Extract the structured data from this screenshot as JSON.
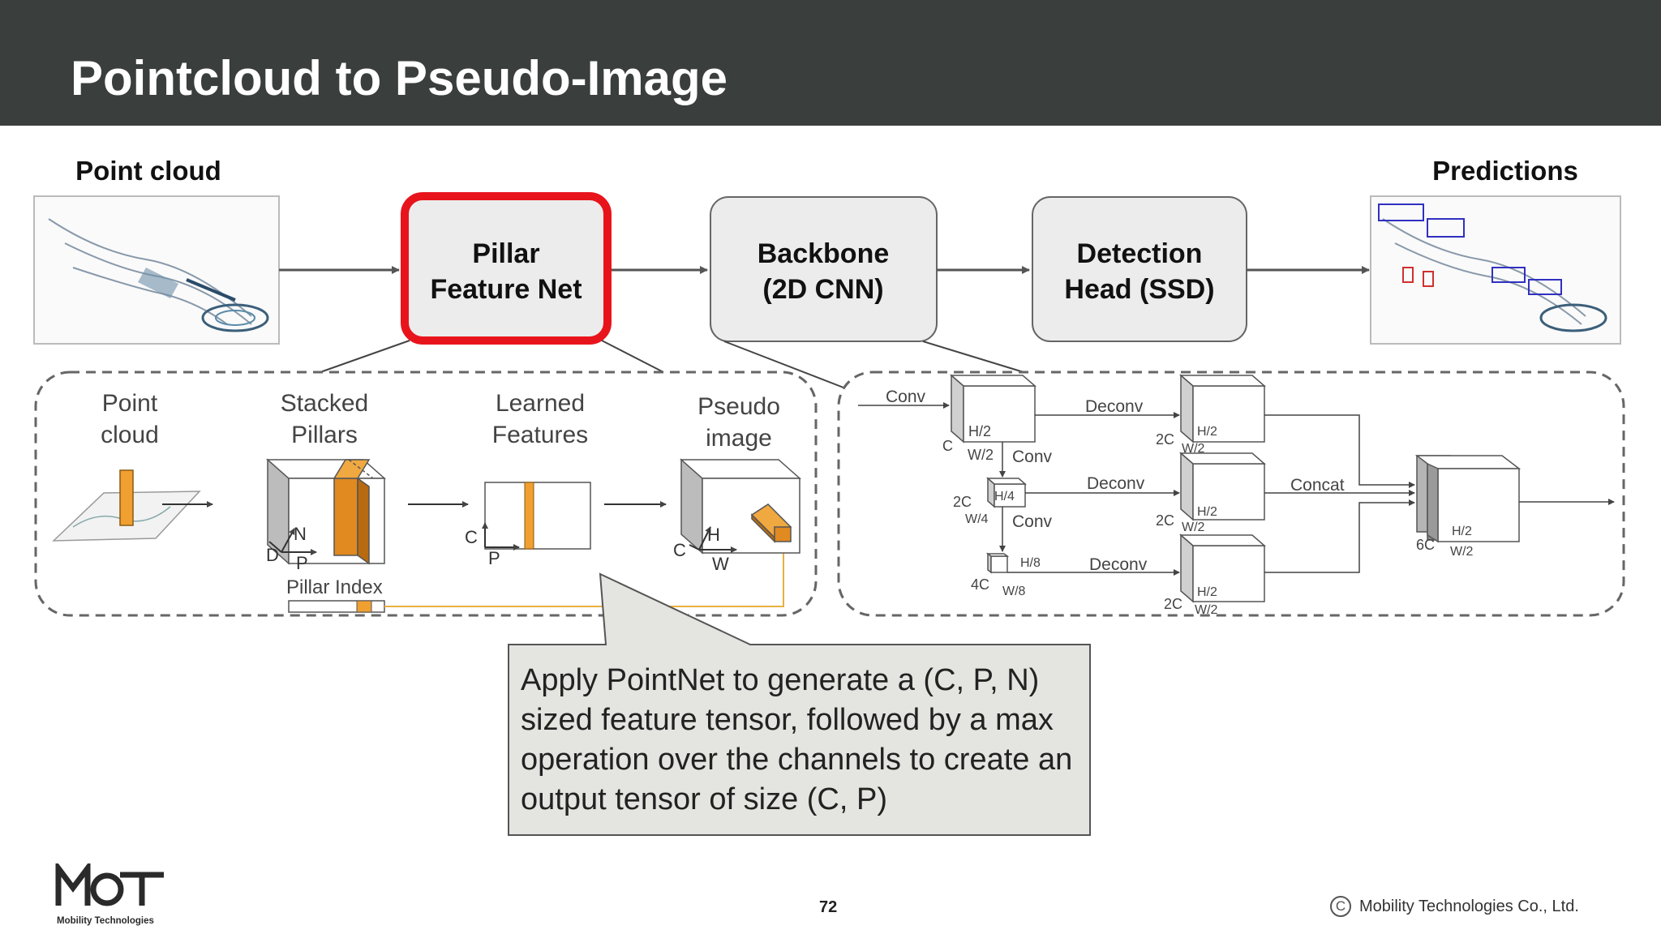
{
  "slide": {
    "title": "Pointcloud to Pseudo-Image",
    "page_number": "72",
    "copyright": "Mobility Technologies Co., Ltd.",
    "logo_text": "Mobility Technologies"
  },
  "pipeline": {
    "input_label": "Point cloud",
    "output_label": "Predictions",
    "boxes": [
      {
        "line1": "Pillar",
        "line2": "Feature Net"
      },
      {
        "line1": "Backbone",
        "line2": "(2D CNN)"
      },
      {
        "line1": "Detection",
        "line2": "Head (SSD)"
      }
    ],
    "highlight_color": "#e8141c"
  },
  "pfn_detail": {
    "stage_labels": [
      {
        "line1": "Point",
        "line2": "cloud"
      },
      {
        "line1": "Stacked",
        "line2": "Pillars"
      },
      {
        "line1": "Learned",
        "line2": "Features"
      },
      {
        "line1": "Pseudo",
        "line2": "image"
      }
    ],
    "axis_labels": {
      "d": "D",
      "p": "P",
      "n": "N",
      "c1": "C",
      "p2": "P",
      "c2": "C",
      "h": "H",
      "w": "W"
    },
    "pillar_index": "Pillar Index",
    "accent": "#f0a030"
  },
  "backbone_detail": {
    "ops": {
      "conv1": "Conv",
      "conv2": "Conv",
      "conv3": "Conv",
      "deconv1": "Deconv",
      "deconv2": "Deconv",
      "deconv3": "Deconv",
      "concat": "Concat"
    },
    "dims": {
      "b1_c": "C",
      "b1_h": "H/2",
      "b1_w": "W/2",
      "b2_c": "2C",
      "b2_h": "H/4",
      "b2_w": "W/4",
      "b3_c": "4C",
      "b3_h": "H/8",
      "b3_w": "W/8",
      "u1_c": "2C",
      "u1_h": "H/2",
      "u1_w": "W/2",
      "u2_c": "2C",
      "u2_h": "H/2",
      "u2_w": "W/2",
      "u3_c": "2C",
      "u3_h": "H/2",
      "u3_w": "W/2",
      "out_c": "6C",
      "out_h": "H/2",
      "out_w": "W/2"
    }
  },
  "callout": {
    "text": "Apply PointNet to generate a (C, P, N) sized feature tensor, followed by a max operation over the channels to create an output tensor of size (C, P)"
  }
}
